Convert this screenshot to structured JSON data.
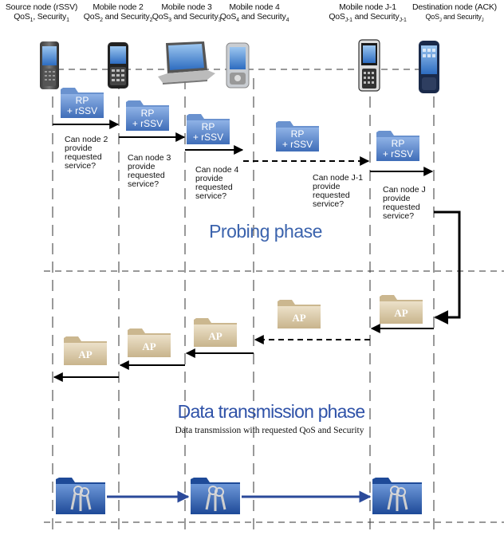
{
  "nodes": [
    {
      "title": "Source node (rSSV)",
      "qos": "QoS",
      "qos_sub": "1",
      "sec": "Security",
      "sec_sub": "1",
      "sep": ", "
    },
    {
      "title": "Mobile node 2",
      "qos": "QoS",
      "qos_sub": "2",
      "sec": "Security",
      "sec_sub": "2",
      "sep": " and "
    },
    {
      "title": "Mobile node 3",
      "qos": "QoS",
      "qos_sub": "3",
      "sec": "Security",
      "sec_sub": "3",
      "sep": " and "
    },
    {
      "title": "Mobile node 4",
      "qos": "QoS",
      "qos_sub": "4",
      "sec": "Security",
      "sec_sub": "4",
      "sep": " and "
    },
    {
      "title": "Mobile node J-1",
      "qos": "QoS",
      "qos_sub": "J-1",
      "sec": "Security",
      "sec_sub": "J-1",
      "sep": " and "
    },
    {
      "title": "Destination node (ACK)",
      "qos": "QoS",
      "qos_sub": "J",
      "sec": "Security",
      "sec_sub": "J",
      "sep": " and "
    }
  ],
  "rp_label": [
    "RP",
    "+ rSSV"
  ],
  "ap_label": "AP",
  "questions": [
    [
      "Can node 2",
      "provide",
      "requested",
      "service?"
    ],
    [
      "Can node 3",
      "provide",
      "requested",
      "service?"
    ],
    [
      "Can node 4",
      "provide",
      "requested",
      "service?"
    ],
    [
      "Can node J-1",
      "provide",
      "requested",
      "service?"
    ],
    [
      "Can node J",
      "provide",
      "requested",
      "service?"
    ]
  ],
  "probing_title": "Probing phase",
  "data_title": "Data transmission phase",
  "data_subtitle": "Data transmission with requested QoS and Security",
  "colors": {
    "probing_title": "#3b63ad",
    "data_title": "#2f52a8",
    "folder_blue": "#5b86c8",
    "folder_tan": "#d8c8a8",
    "folder_dark_blue": "#2a5aa8",
    "arrow_blue": "#2b4a9a"
  },
  "icons": [
    "smartphone-icon",
    "smartphone-icon",
    "laptop-icon",
    "pda-icon",
    "cellphone-icon",
    "smartphone-icon",
    "folder-icon",
    "key-folder-icon"
  ]
}
